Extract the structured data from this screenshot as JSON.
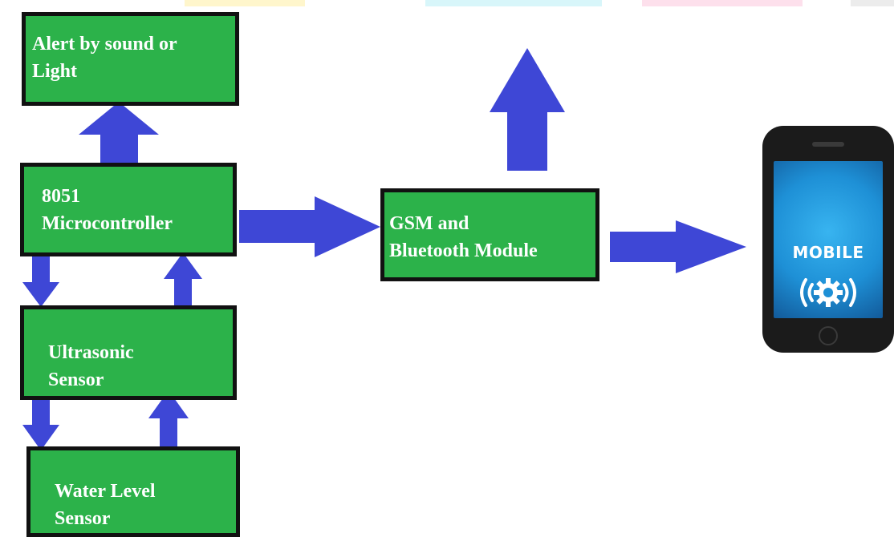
{
  "colors": {
    "box_fill": "#2cb24a",
    "arrow": "#3e47d6",
    "border": "#111111",
    "phone_screen": "#1e90d6"
  },
  "blocks": {
    "alert": {
      "line1": "Alert by sound or",
      "line2": "Light"
    },
    "microcontroller": {
      "line1": "8051",
      "line2": "Microcontroller"
    },
    "ultrasonic": {
      "line1": "Ultrasonic",
      "line2": "Sensor"
    },
    "water_level": {
      "line1": "Water Level",
      "line2": "Sensor"
    },
    "gsm": {
      "line1": "GSM and",
      "line2": "Bluetooth Module"
    }
  },
  "mobile": {
    "label": "MOBILE",
    "icon": "gear-signal-icon"
  }
}
